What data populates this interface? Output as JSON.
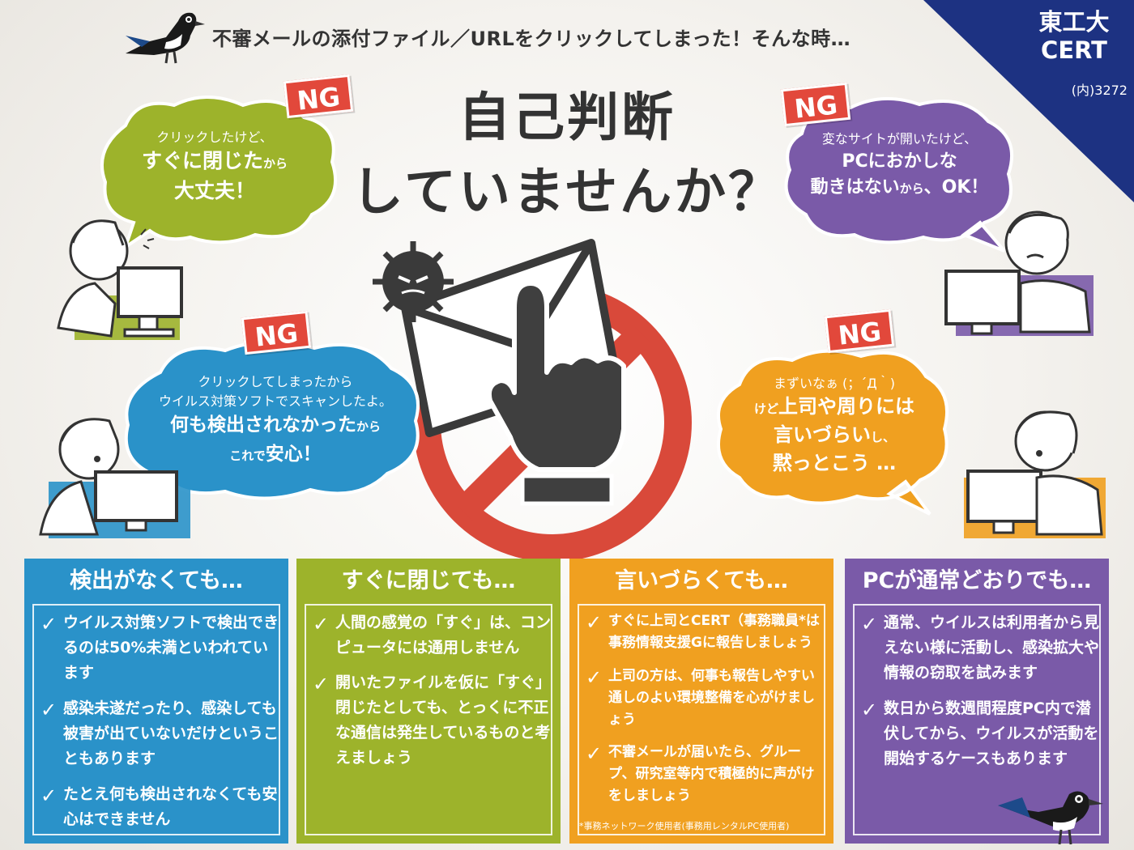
{
  "header": {
    "text": "不審メールの添付ファイル／URLをクリックしてしまった！そんな時…",
    "org_title_line1": "東工大",
    "org_title_line2": "CERT",
    "extension": "(内)3272"
  },
  "main_title": {
    "line1": "自己判断",
    "line2": "していませんか？"
  },
  "ng_label": "NG",
  "bubbles": {
    "green": {
      "line1": "クリックしたけど、",
      "line2_big": "すぐに閉じた",
      "line2_small": "から",
      "line3": "大丈夫！"
    },
    "purple": {
      "line1": "変なサイトが開いたけど、",
      "line2": "PCにおかしな",
      "line3_big": "動きはない",
      "line3_small": "から",
      "line3_end": "、OK！"
    },
    "blue": {
      "line1": "クリックしてしまったから",
      "line2": "ウイルス対策ソフトでスキャンしたよ。",
      "line3_big": "何も検出されなかった",
      "line3_small": "から",
      "line4_small1": "これで",
      "line4_big": "安心！"
    },
    "orange": {
      "line1": "まずいなぁ (；´Д｀)",
      "line2_small": "けど",
      "line2_big": "上司や周りには",
      "line3_big": "言いづらい",
      "line3_small": "し、",
      "line4": "黙っとこう …"
    }
  },
  "panels": [
    {
      "title": "検出がなくても…",
      "items": [
        "ウイルス対策ソフトで検出できるのは50%未満といわれています",
        "感染未遂だったり、感染しても被害が出ていないだけということもあります",
        "たとえ何も検出されなくても安心はできません"
      ],
      "color": "#2a92c9"
    },
    {
      "title": "すぐに閉じても…",
      "items": [
        "人間の感覚の「すぐ」は、コンピュータには通用しません",
        "開いたファイルを仮に「すぐ」閉じたとしても、とっくに不正な通信は発生しているものと考えましょう"
      ],
      "color": "#9db32b"
    },
    {
      "title": "言いづらくても…",
      "items": [
        "すぐに上司とCERT（事務職員*は事務情報支援Gに報告しましょう",
        "上司の方は、何事も報告しやすい通しのよい環境整備を心がけましょう",
        "不審メールが届いたら、グループ、研究室等内で積極的に声がけをしましょう"
      ],
      "note": "*事務ネットワーク使用者(事務用レンタルPC使用者)",
      "color": "#f0a020"
    },
    {
      "title": "PCが通常どおりでも…",
      "items": [
        "通常、ウイルスは利用者から見えない様に活動し、感染拡大や情報の窃取を試みます",
        "数日から数週間程度PC内で潜伏してから、ウイルスが活動を開始するケースもあります"
      ],
      "color": "#7a5aa8"
    }
  ],
  "check_mark": "✓",
  "colors": {
    "navy": "#1d3282",
    "ng_red": "#e2483b",
    "green": "#9db32b",
    "purple": "#7a5aa8",
    "blue": "#2a92c9",
    "orange": "#f0a020",
    "prohibit_red": "#d9493a"
  }
}
